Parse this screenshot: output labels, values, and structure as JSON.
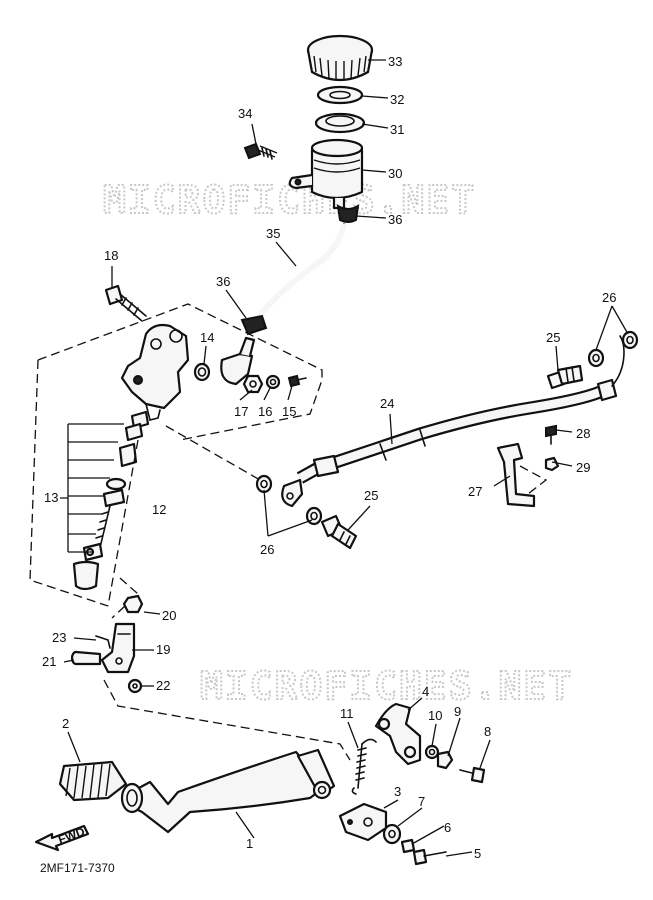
{
  "diagram": {
    "code": "2MF171-7370",
    "watermark": "MICROFICHES.NET",
    "direction_label": "FWD",
    "callouts": [
      "1",
      "2",
      "3",
      "4",
      "5",
      "6",
      "7",
      "8",
      "9",
      "10",
      "11",
      "12",
      "13",
      "14",
      "15",
      "16",
      "17",
      "18",
      "19",
      "20",
      "21",
      "22",
      "23",
      "24",
      "25",
      "26",
      "27",
      "28",
      "29",
      "30",
      "31",
      "32",
      "33",
      "34",
      "35",
      "36"
    ]
  }
}
